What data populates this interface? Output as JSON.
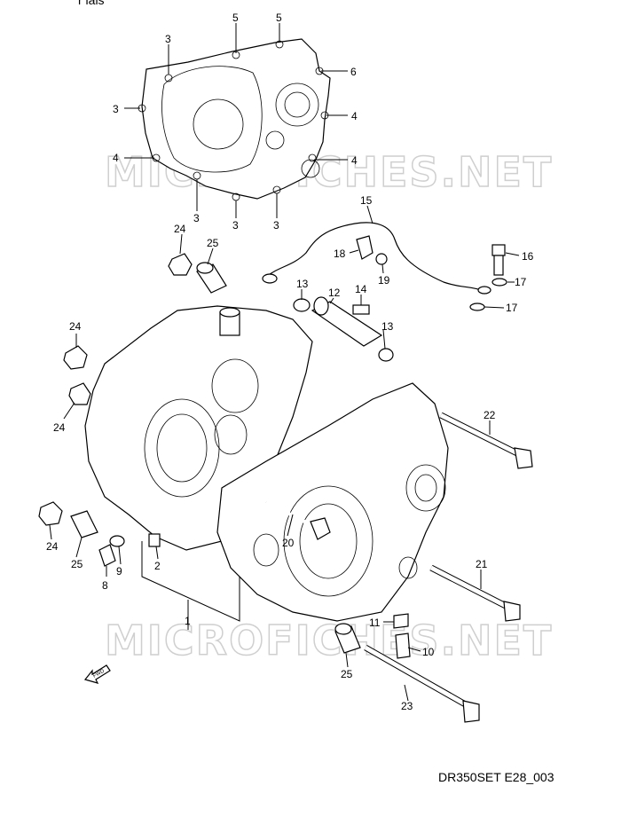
{
  "header_fragment": "r ials",
  "drawing_ref": "DR350SET E28_003",
  "watermark": "MICROFICHES.NET",
  "fwd_label": "FWD",
  "callouts": [
    {
      "id": "c1",
      "label": "5"
    },
    {
      "id": "c2",
      "label": "5"
    },
    {
      "id": "c3",
      "label": "3"
    },
    {
      "id": "c4",
      "label": "3"
    },
    {
      "id": "c5",
      "label": "6"
    },
    {
      "id": "c6",
      "label": "3"
    },
    {
      "id": "c7",
      "label": "4"
    },
    {
      "id": "c8",
      "label": "4"
    },
    {
      "id": "c9",
      "label": "4"
    },
    {
      "id": "c10",
      "label": "3"
    },
    {
      "id": "c11",
      "label": "3"
    },
    {
      "id": "c12",
      "label": "3"
    },
    {
      "id": "c13",
      "label": "15"
    },
    {
      "id": "c14",
      "label": "24"
    },
    {
      "id": "c15",
      "label": "25"
    },
    {
      "id": "c16",
      "label": "18"
    },
    {
      "id": "c17",
      "label": "19"
    },
    {
      "id": "c18",
      "label": "16"
    },
    {
      "id": "c19",
      "label": "17"
    },
    {
      "id": "c20",
      "label": "17"
    },
    {
      "id": "c21",
      "label": "13"
    },
    {
      "id": "c22",
      "label": "12"
    },
    {
      "id": "c23",
      "label": "14"
    },
    {
      "id": "c24",
      "label": "13"
    },
    {
      "id": "c25",
      "label": "24"
    },
    {
      "id": "c26",
      "label": "24"
    },
    {
      "id": "c27",
      "label": "22"
    },
    {
      "id": "c28",
      "label": "24"
    },
    {
      "id": "c29",
      "label": "25"
    },
    {
      "id": "c30",
      "label": "9"
    },
    {
      "id": "c31",
      "label": "8"
    },
    {
      "id": "c32",
      "label": "2"
    },
    {
      "id": "c33",
      "label": "20"
    },
    {
      "id": "c34",
      "label": "21"
    },
    {
      "id": "c35",
      "label": "1"
    },
    {
      "id": "c36",
      "label": "11"
    },
    {
      "id": "c37",
      "label": "10"
    },
    {
      "id": "c38",
      "label": "25"
    },
    {
      "id": "c39",
      "label": "23"
    }
  ]
}
